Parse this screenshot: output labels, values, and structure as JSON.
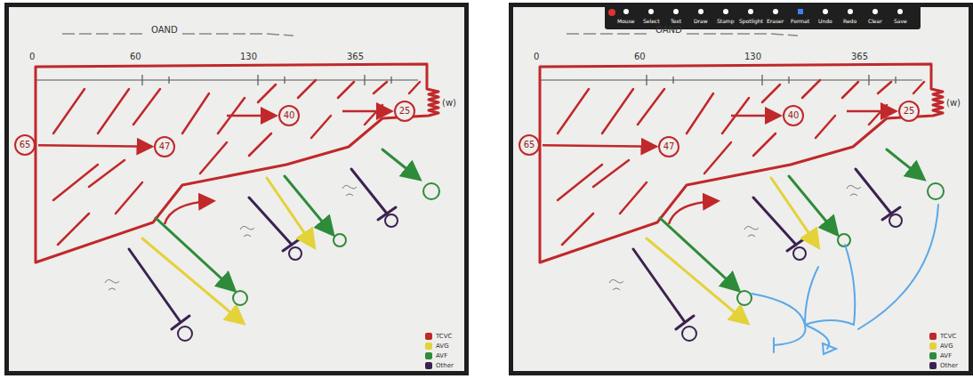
{
  "diagram": {
    "nodes": [
      {
        "text": [
          "65"
        ]
      },
      {
        "text": [
          "47"
        ]
      },
      {
        "text": [
          "40"
        ]
      },
      {
        "text": [
          "25"
        ]
      },
      {
        "text": [
          "65"
        ]
      },
      {
        "text": [
          "47"
        ]
      },
      {
        "text": [
          "40"
        ]
      },
      {
        "text": [
          "25"
        ]
      }
    ],
    "edges": [
      {
        "from": 0,
        "to": 1,
        "arrow": "to"
      },
      {
        "from": 4,
        "to": 5,
        "arrow": "to"
      }
    ],
    "labels": [
      "OAND",
      "0",
      "60",
      "130",
      "365",
      "(w)",
      "OAND",
      "0",
      "60",
      "130",
      "365",
      "(w)",
      "Mouse",
      "Select",
      "Text",
      "Draw",
      "Stamp",
      "Spotlight",
      "Eraser",
      "Format",
      "Undo",
      "Redo",
      "Clear",
      "Save"
    ],
    "legend": [
      {
        "text": "TCVC",
        "color": "#c0282a"
      },
      {
        "text": "AVG",
        "color": "#e3d23a"
      },
      {
        "text": "AVF",
        "color": "#2e8b3a"
      },
      {
        "text": "Other",
        "color": "#3a2250"
      },
      {
        "text": "TCVC",
        "color": "#c0282a"
      },
      {
        "text": "AVG",
        "color": "#e3d23a"
      },
      {
        "text": "AVF",
        "color": "#2e8b3a"
      },
      {
        "text": "Other",
        "color": "#3a2250"
      }
    ]
  }
}
